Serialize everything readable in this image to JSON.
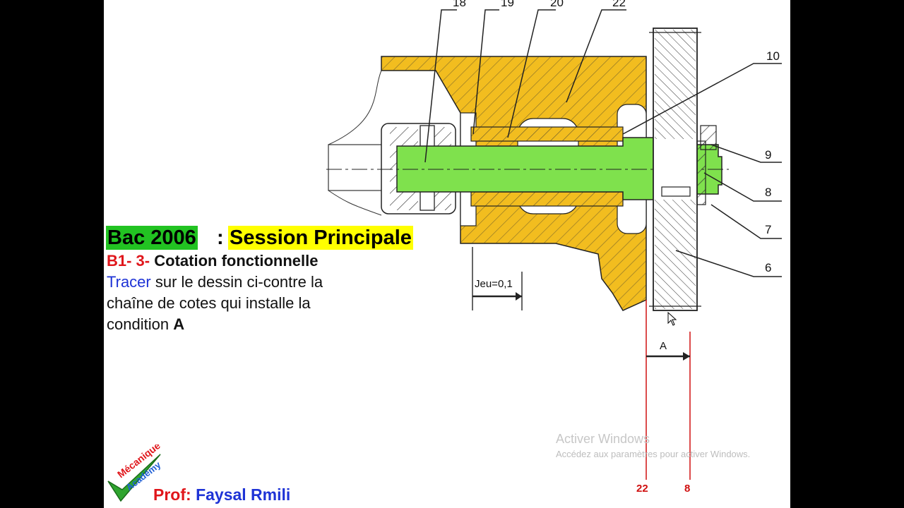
{
  "title": {
    "left": "Bac 2006",
    "sep": ":",
    "right": "Session Principale"
  },
  "subtitle": {
    "code": "B1- 3-",
    "text": "Cotation fonctionnelle"
  },
  "instruction": {
    "verb": "Tracer",
    "rest1": " sur le dessin ci-contre la",
    "line2": "chaîne de cotes qui installe la",
    "line3_pre": "condition ",
    "line3_cond": "A"
  },
  "drawing": {
    "callouts": [
      "18",
      "19",
      "20",
      "22",
      "10",
      "9",
      "8",
      "7",
      "6"
    ],
    "jeu_label": "Jeu=0,1",
    "condition_label": "A",
    "chain_labels": [
      "22",
      "8"
    ],
    "colors": {
      "housing": "#f2bd1f",
      "shaft": "#7fe14d",
      "chain": "#d01010",
      "hatch": "#222222"
    }
  },
  "logo": {
    "word1": "Mécanique",
    "word2": "Académy"
  },
  "author": {
    "prefix": "Prof:",
    "name": "Faysal Rmili"
  },
  "watermark": {
    "line1": "Activer Windows",
    "line2": "Accédez aux paramètres pour activer Windows."
  }
}
